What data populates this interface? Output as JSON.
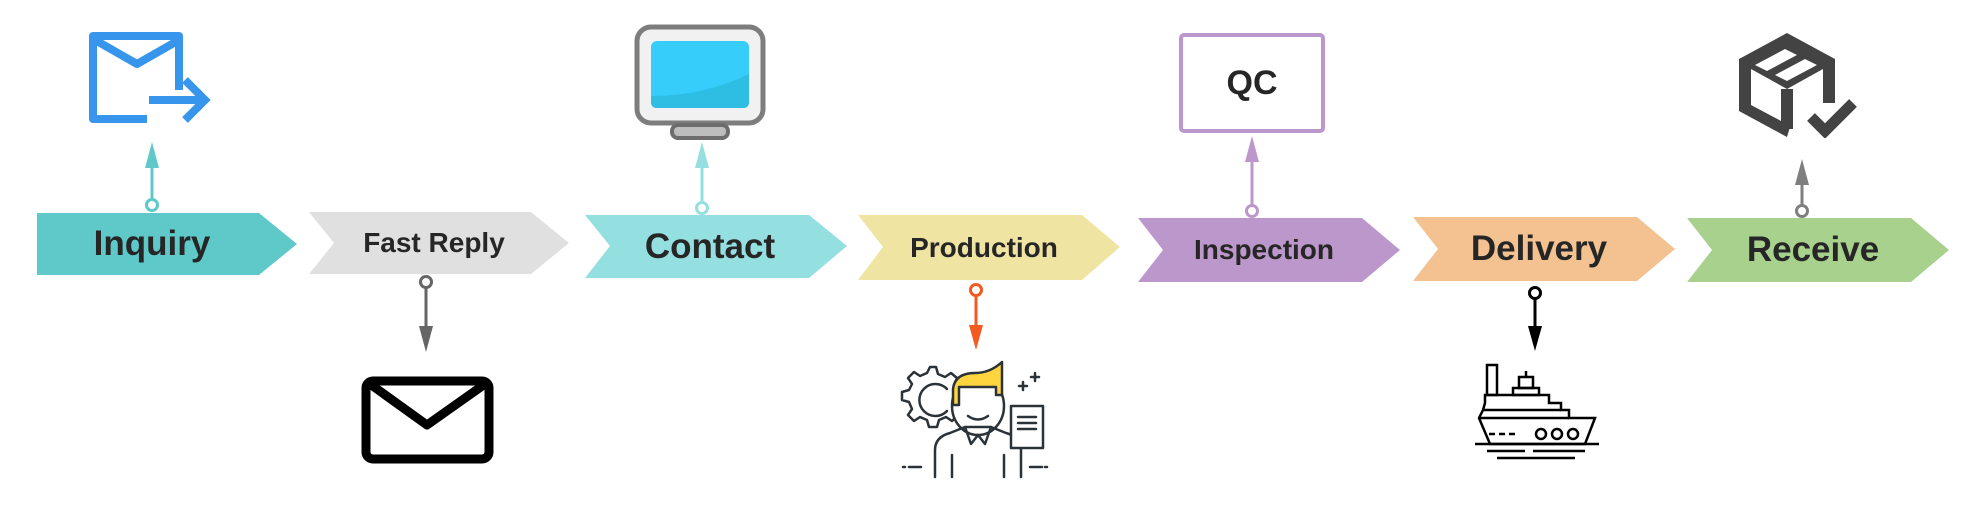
{
  "diagram": {
    "type": "process-flow",
    "steps": [
      {
        "label": "Inquiry",
        "color": "#5fc9ca",
        "attachment": "above",
        "connector_color": "#5fc9ca",
        "icon": "email-send-icon"
      },
      {
        "label": "Fast Reply",
        "color": "#e0e0e0",
        "attachment": "below",
        "connector_color": "#666666",
        "icon": "envelope-icon"
      },
      {
        "label": "Contact",
        "color": "#94dfe0",
        "attachment": "above",
        "connector_color": "#94dfe0",
        "icon": "monitor-icon"
      },
      {
        "label": "Production",
        "color": "#f0e4a2",
        "attachment": "below",
        "connector_color": "#f25a22",
        "icon": "worker-icon"
      },
      {
        "label": "Inspection",
        "color": "#bc97cb",
        "attachment": "above",
        "connector_color": "#bc97cb",
        "icon": "qc-box"
      },
      {
        "label": "Delivery",
        "color": "#f4c290",
        "attachment": "below",
        "connector_color": "#000000",
        "icon": "ship-icon"
      },
      {
        "label": "Receive",
        "color": "#a8d18e",
        "attachment": "above",
        "connector_color": "#808080",
        "icon": "package-check-icon"
      }
    ],
    "qc_label": "QC",
    "colors": {
      "email_icon": "#3796ec",
      "monitor_screen": "#36cdfb",
      "worker_hair": "#fed53e",
      "line_icon": "#2b3238",
      "package_icon": "#434343"
    }
  }
}
